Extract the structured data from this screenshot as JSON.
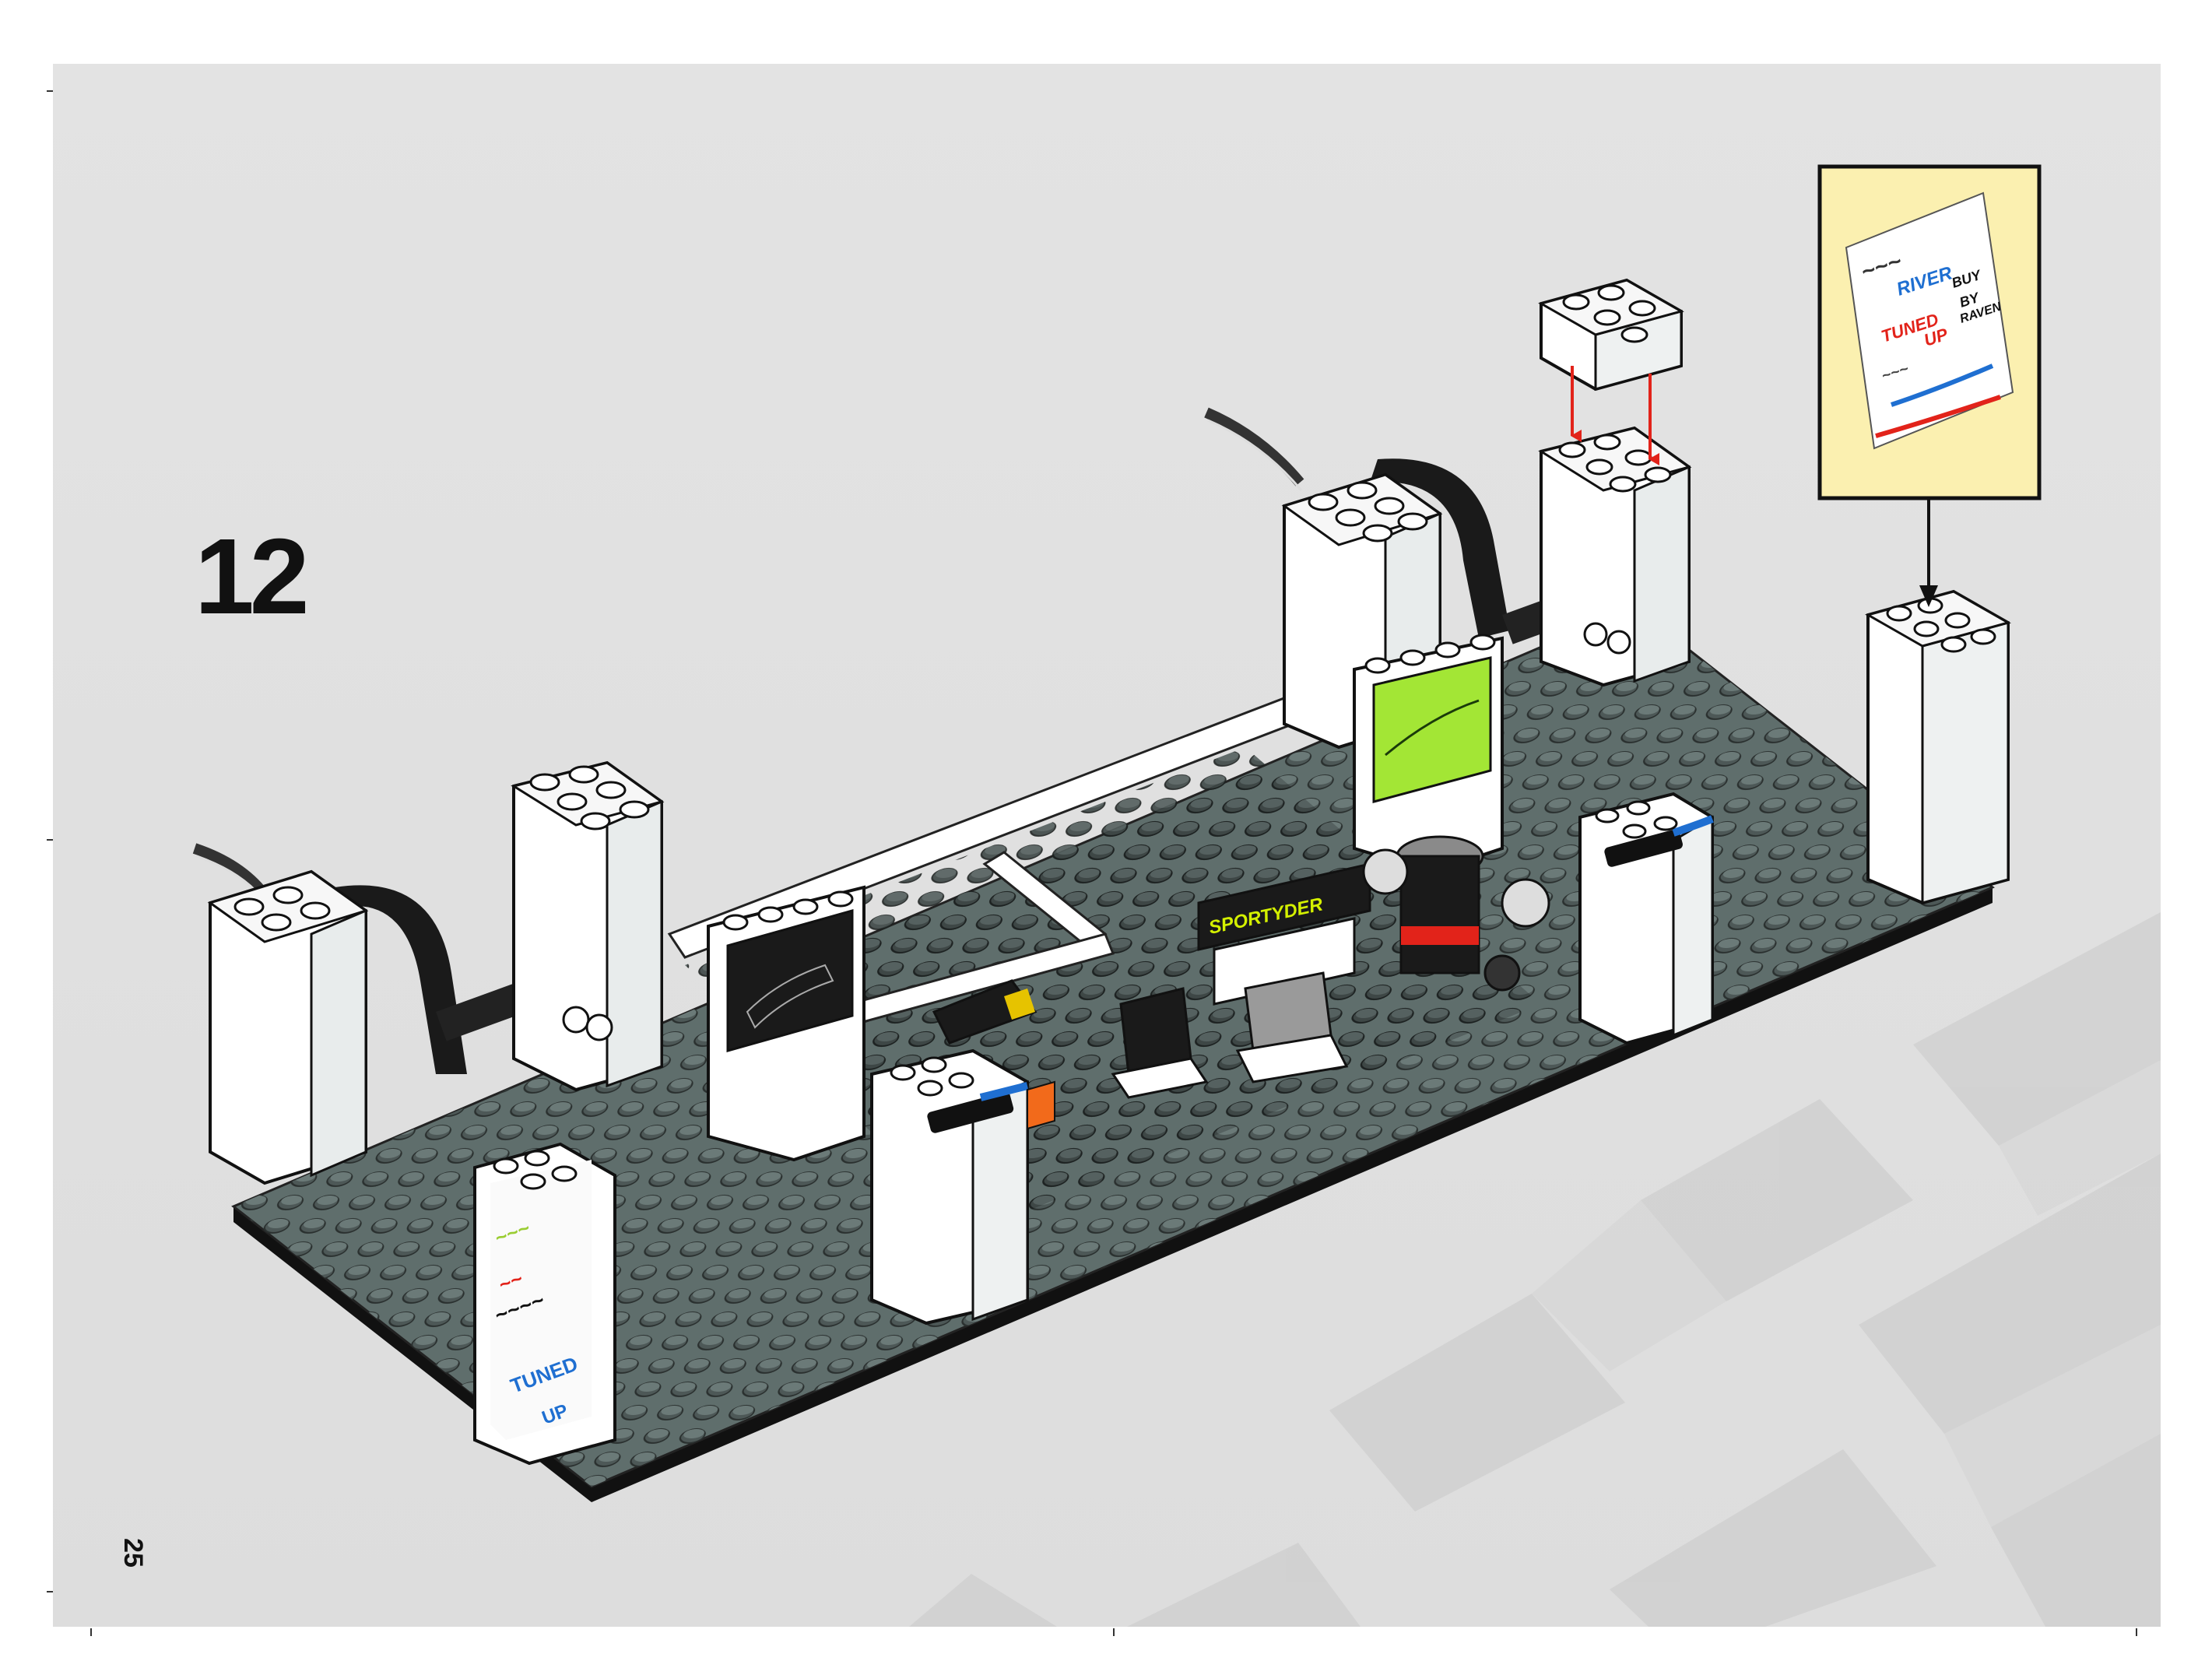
{
  "step": {
    "number": "12"
  },
  "page": {
    "number": "25"
  },
  "callout": {
    "sticker_lines": [
      "BUY",
      "BY",
      "RAVEN",
      "TUNED",
      "UP"
    ]
  },
  "sign_sportyder": {
    "text": "SPORTYDER"
  },
  "sign_tuned": {
    "lines": [
      "TUNED",
      "UP"
    ]
  },
  "colors": {
    "baseplate": "#5f6e6c",
    "stud": "#4a5453",
    "white_brick": "#ffffff",
    "callout_bg": "#fbf0b0",
    "arrow_red": "#e2231a",
    "sticker_green": "#a3e635"
  },
  "icons": {
    "part_arrow": "red-arrow-down-icon",
    "callout_arrow": "black-arrow-down-icon"
  }
}
